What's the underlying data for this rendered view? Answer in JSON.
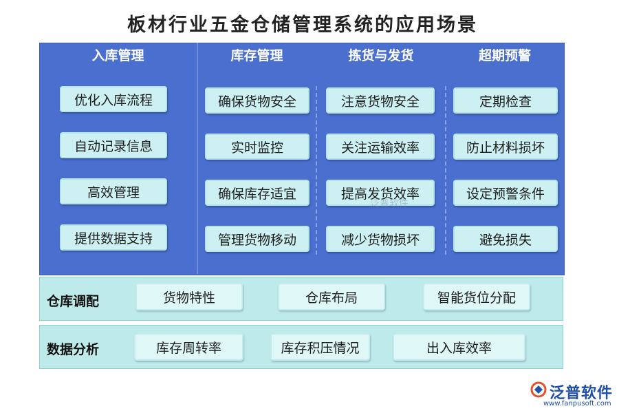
{
  "title": "板材行业五金仓储管理系统的应用场景",
  "columns": [
    {
      "heading": "入库管理",
      "items": [
        "优化入库流程",
        "自动记录信息",
        "高效管理",
        "提供数据支持"
      ]
    },
    {
      "heading": "库存管理",
      "items": [
        "确保货物安全",
        "实时监控",
        "确保库存适宜",
        "管理货物移动"
      ]
    },
    {
      "heading": "拣货与发货",
      "items": [
        "注意货物安全",
        "关注运输效率",
        "提高发货效率",
        "减少货物损坏"
      ]
    },
    {
      "heading": "超期预警",
      "items": [
        "定期检查",
        "防止材料损坏",
        "设定预警条件",
        "避免损失"
      ]
    }
  ],
  "rows": [
    {
      "label": "仓库调配",
      "items": [
        "货物特性",
        "仓库布局",
        "智能货位分配"
      ]
    },
    {
      "label": "数据分析",
      "items": [
        "库存周转率",
        "库存积压情况",
        "出入库效率"
      ]
    }
  ],
  "watermark": "泛普软件",
  "logo": {
    "name": "泛普软件",
    "url": "www.fanpusoft.com"
  }
}
